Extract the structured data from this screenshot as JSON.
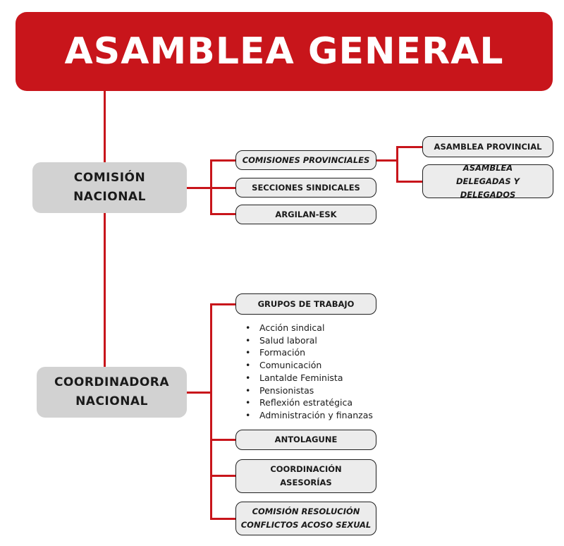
{
  "header": {
    "title": "ASAMBLEA GENERAL"
  },
  "comision_nacional": {
    "label": "COMISIÓN NACIONAL",
    "children": [
      {
        "label": "COMISIONES PROVINCIALES"
      },
      {
        "label": "SECCIONES SINDICALES"
      },
      {
        "label": "ARGILAN-ESK"
      }
    ],
    "provinciales_children": [
      {
        "label": "ASAMBLEA PROVINCIAL"
      },
      {
        "label": "ASAMBLEA DELEGADAS Y DELEGADOS"
      }
    ]
  },
  "coordinadora_nacional": {
    "label": "COORDINADORA NACIONAL",
    "grupos_de_trabajo": {
      "label": "GRUPOS DE TRABAJO",
      "items": [
        "Acción sindical",
        "Salud laboral",
        "Formación",
        "Comunicación",
        "Lantalde Feminista",
        "Pensionistas",
        "Reflexión estratégica",
        "Administración y finanzas"
      ]
    },
    "children": [
      {
        "label": "ANTOLAGUNE"
      },
      {
        "label": "COORDINACIÓN ASESORÍAS"
      },
      {
        "label": "COMISIÓN RESOLUCIÓN CONFLICTOS ACOSO SEXUAL"
      }
    ]
  },
  "colors": {
    "accent": "#c8151b",
    "box_gray": "#d2d2d2",
    "pill_gray": "#ececec"
  }
}
